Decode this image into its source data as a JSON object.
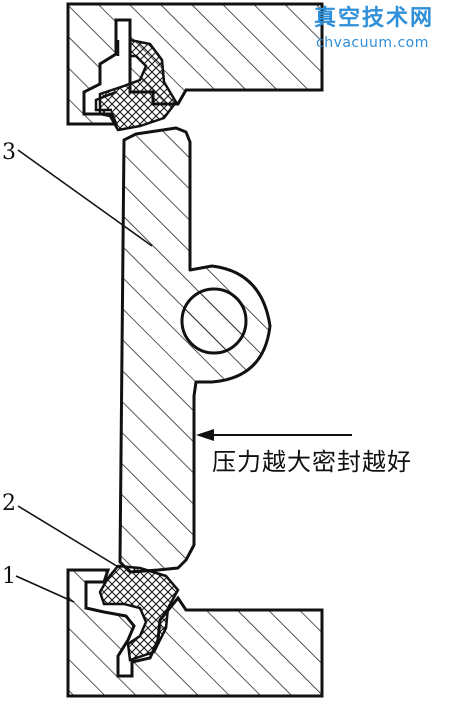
{
  "watermark": {
    "line1": "真空技术网",
    "line2": "chvacuum.com",
    "color": "#2f8fd8"
  },
  "labels": {
    "part_3": "3",
    "part_2": "2",
    "part_1": "1"
  },
  "annotation": {
    "text": "压力越大密封越好",
    "arrow": "left-arrow"
  },
  "colors": {
    "stroke": "#111111",
    "background": "#ffffff"
  }
}
